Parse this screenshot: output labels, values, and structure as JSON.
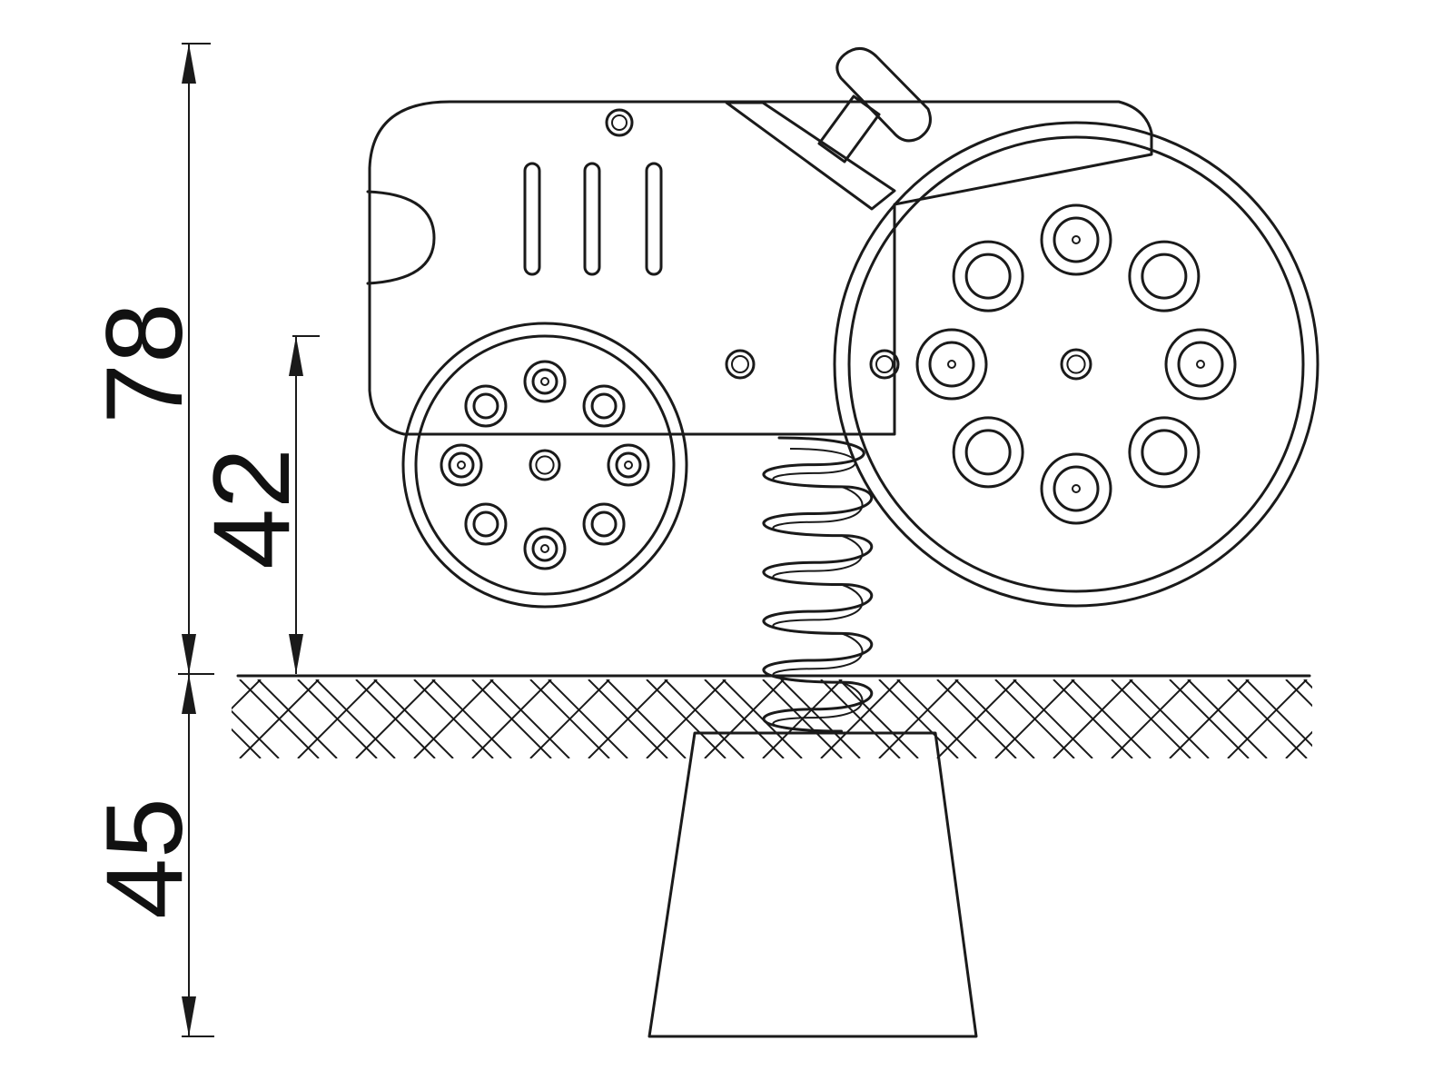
{
  "dimensions": {
    "overall_height": "78",
    "seat_height": "42",
    "footing_depth": "45"
  },
  "colors": {
    "line": "#1a1a1a",
    "background": "#ffffff"
  }
}
